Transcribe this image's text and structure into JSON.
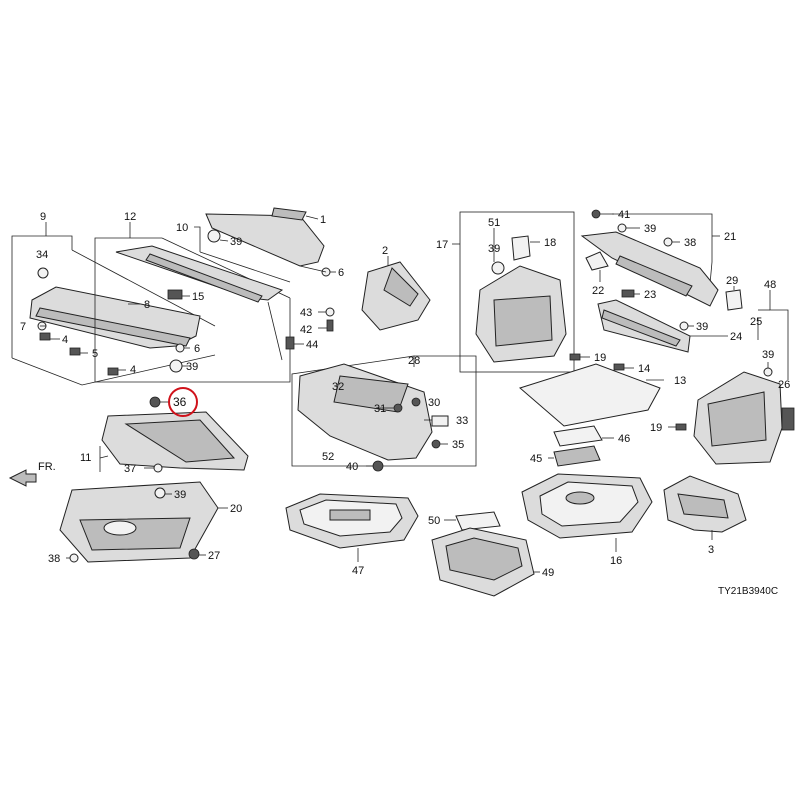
{
  "diagram": {
    "code": "TY21B3940C",
    "front_label": "FR.",
    "highlighted_part": "36",
    "colors": {
      "highlight": "#d0121b",
      "line": "#222222",
      "part_fill": "#dcdcdc"
    },
    "callouts": [
      "1",
      "2",
      "3",
      "4",
      "5",
      "6",
      "7",
      "8",
      "9",
      "10",
      "11",
      "12",
      "13",
      "14",
      "15",
      "16",
      "17",
      "18",
      "19",
      "20",
      "21",
      "22",
      "23",
      "24",
      "25",
      "26",
      "27",
      "28",
      "29",
      "30",
      "31",
      "32",
      "33",
      "34",
      "35",
      "36",
      "37",
      "38",
      "39",
      "40",
      "41",
      "42",
      "43",
      "44",
      "45",
      "46",
      "47",
      "48",
      "49",
      "50",
      "51",
      "52"
    ]
  }
}
